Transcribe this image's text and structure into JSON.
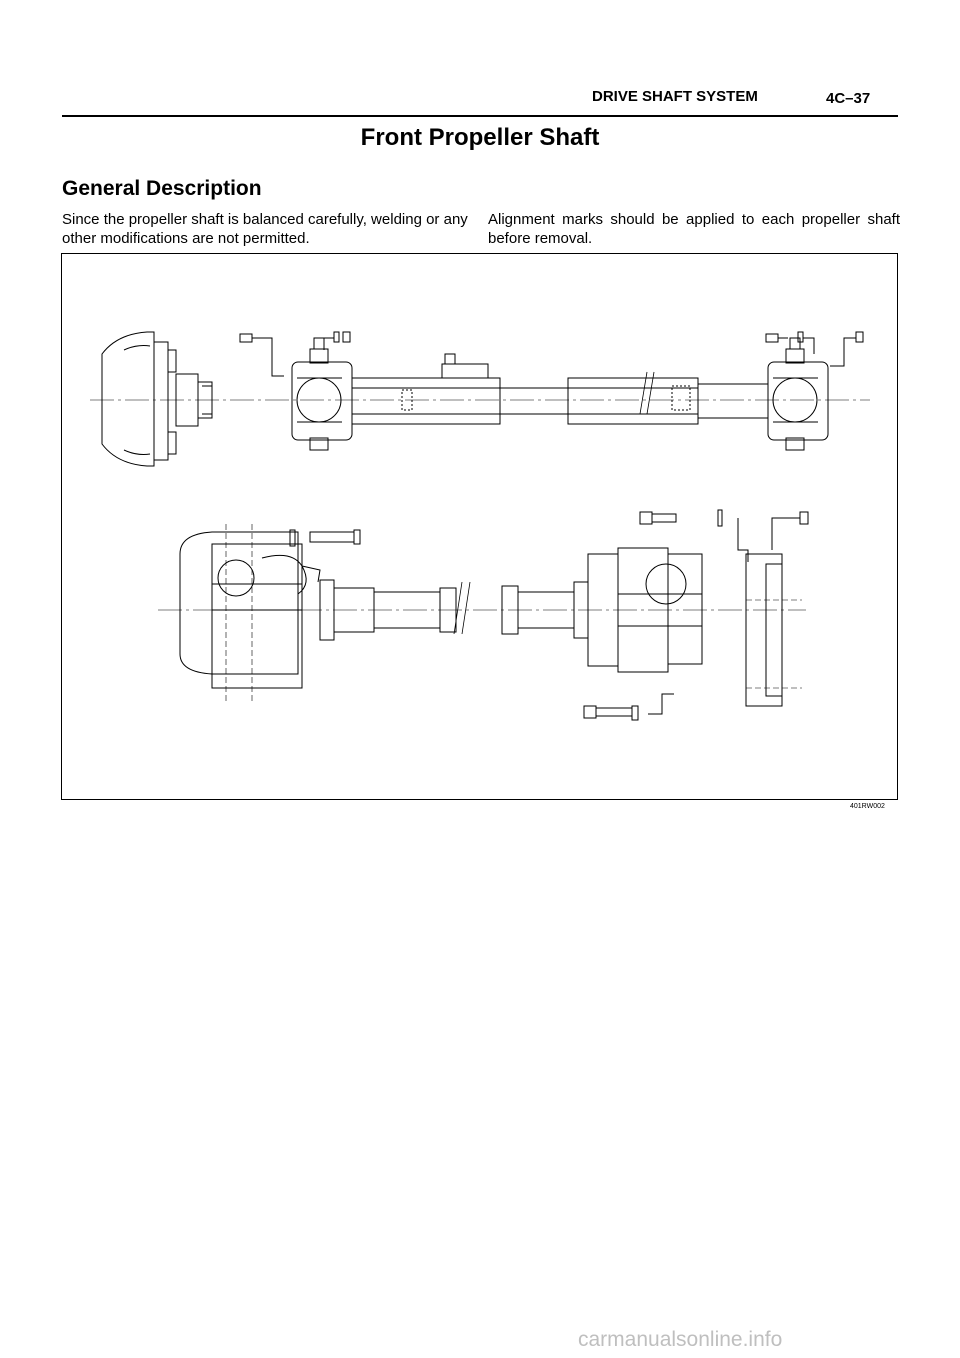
{
  "header": {
    "section": "DRIVE SHAFT SYSTEM",
    "page": "4C–37"
  },
  "title": "Front Propeller Shaft",
  "subtitle": "General Description",
  "paragraphs": {
    "left": "Since the propeller shaft is balanced carefully, welding or any other modifications are not permitted.",
    "right": "Alignment marks should be applied to each propeller shaft before removal."
  },
  "figure": {
    "code": "401RW002"
  },
  "footer": {
    "watermark": "carmanualsonline.info"
  }
}
